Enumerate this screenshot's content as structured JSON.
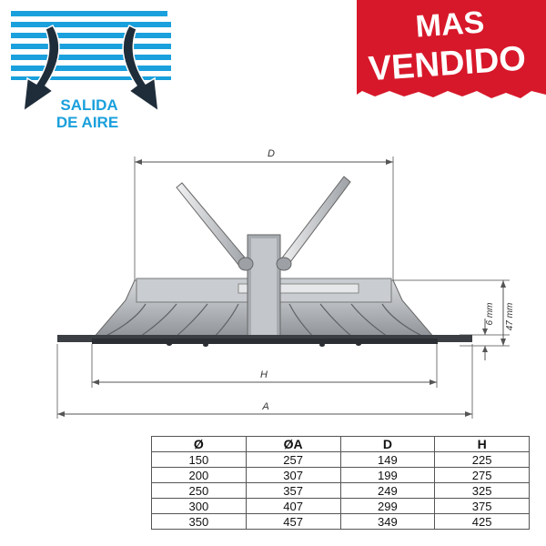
{
  "badge": {
    "line1": "MAS",
    "line2": "VENDIDO",
    "color": "#d7182a"
  },
  "airflow": {
    "label_line1": "SALIDA",
    "label_line2": "DE AIRE",
    "accent": "#1aa0dc"
  },
  "dimensions": {
    "D": "D",
    "H": "H",
    "A": "A",
    "six_mm": "6 mm",
    "fortyseven_mm": "47 mm"
  },
  "table": {
    "headers": [
      "Ø",
      "ØA",
      "D",
      "H"
    ],
    "rows": [
      [
        "150",
        "257",
        "149",
        "225"
      ],
      [
        "200",
        "307",
        "199",
        "275"
      ],
      [
        "250",
        "357",
        "249",
        "325"
      ],
      [
        "300",
        "407",
        "299",
        "375"
      ],
      [
        "350",
        "457",
        "349",
        "425"
      ]
    ]
  }
}
